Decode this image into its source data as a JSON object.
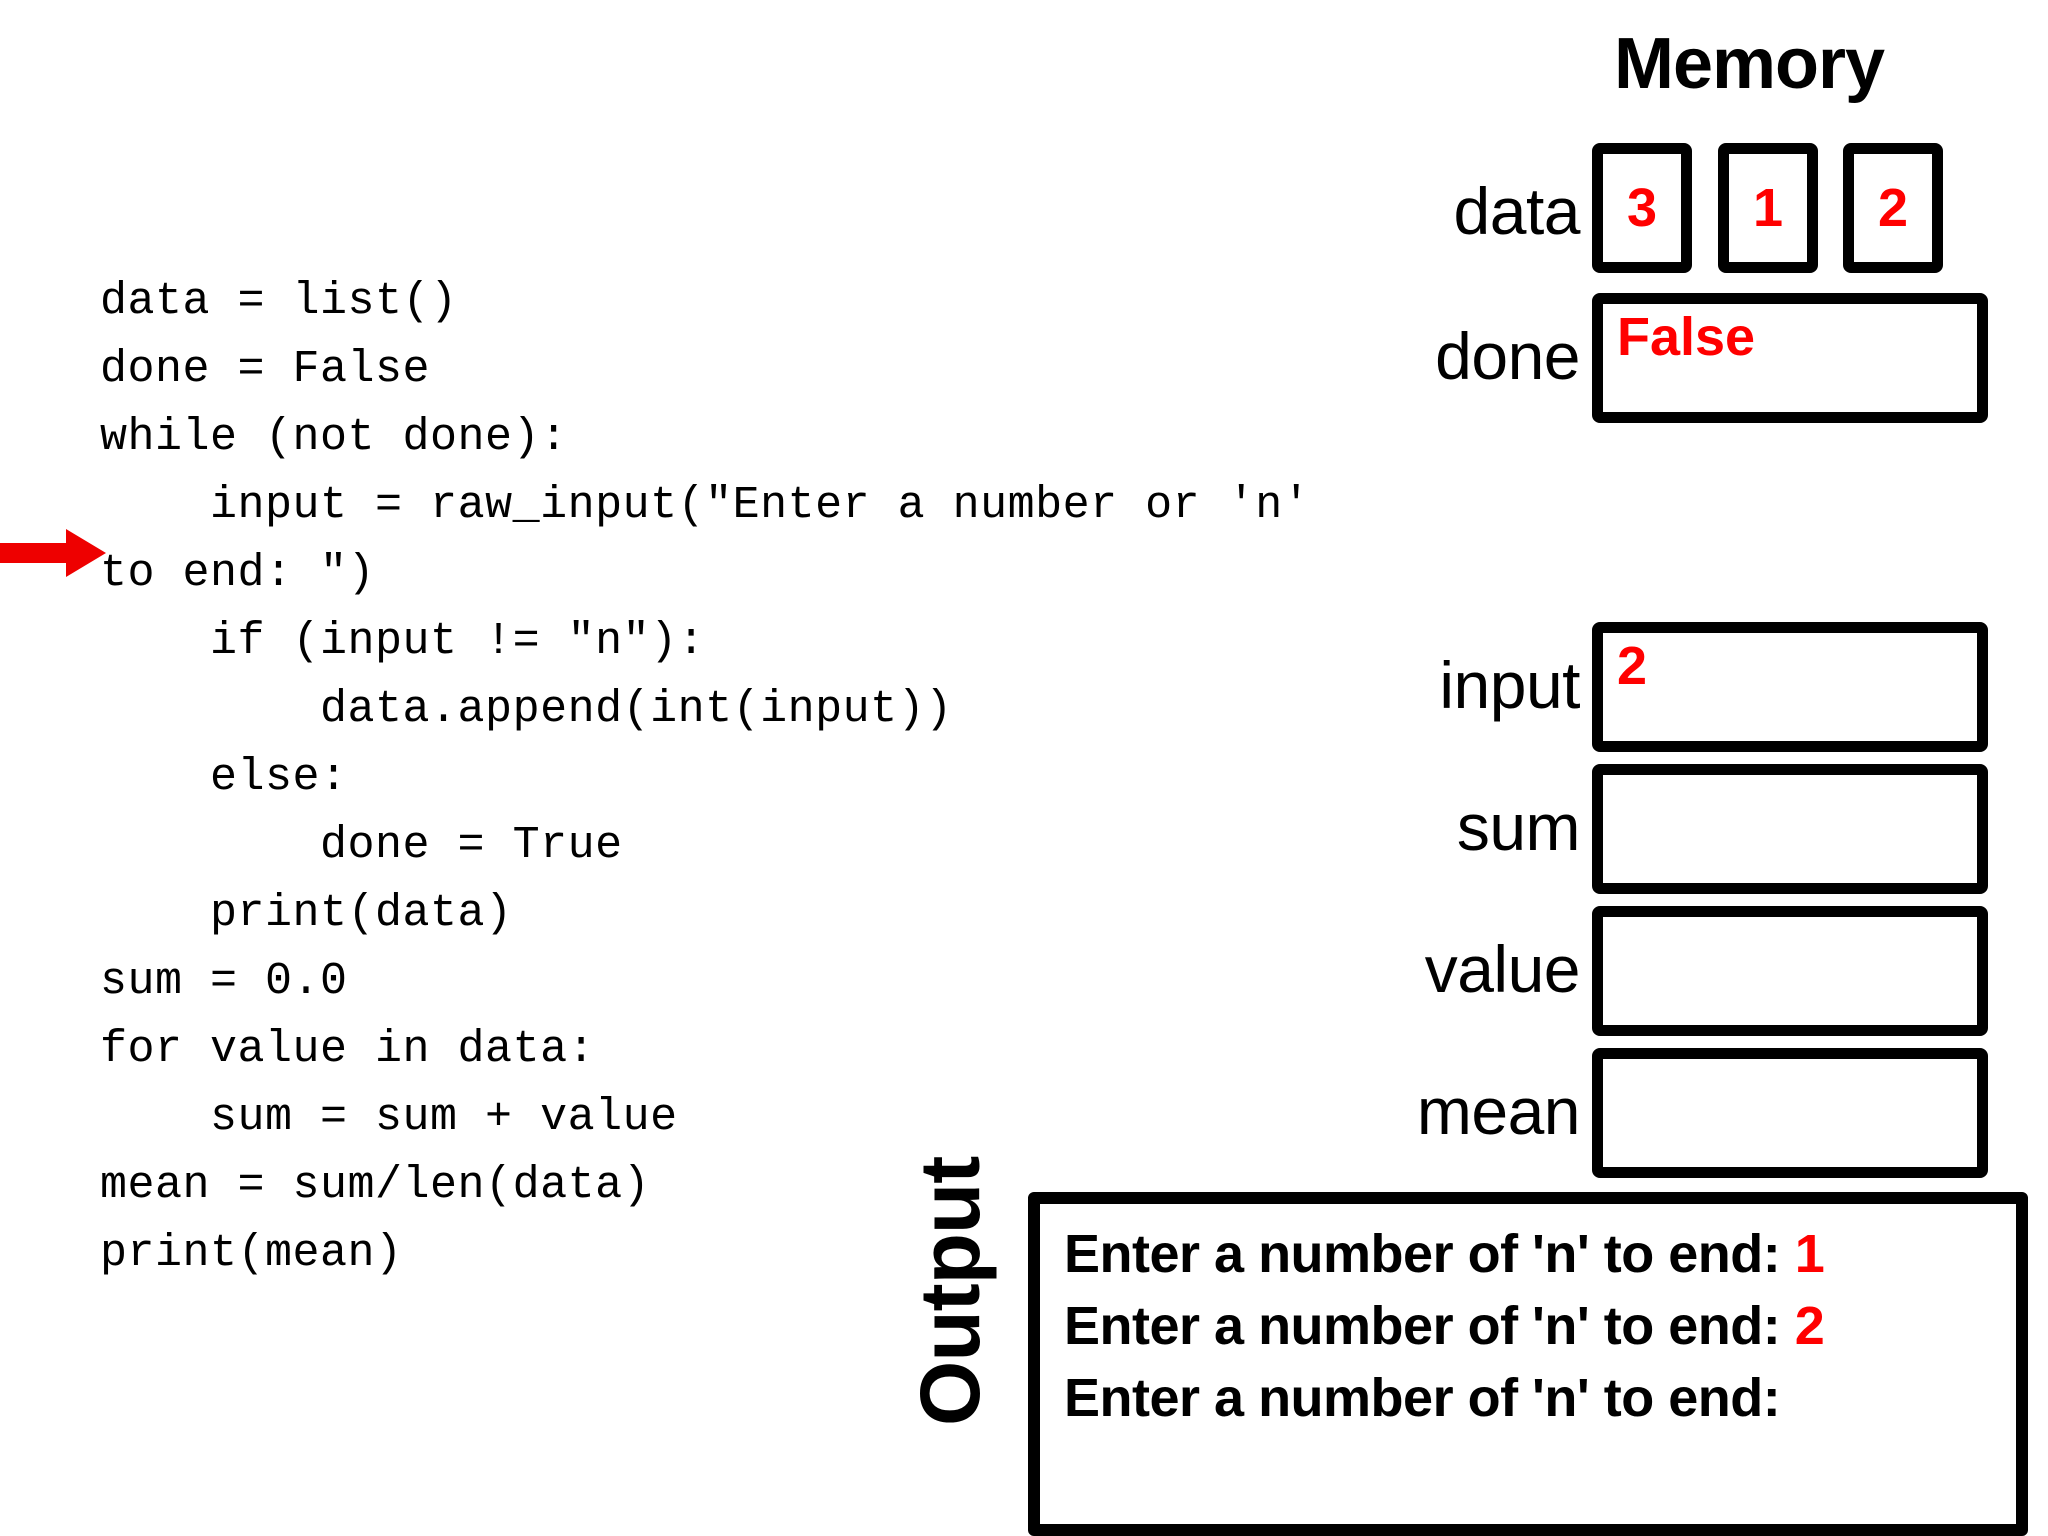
{
  "code": {
    "lines": [
      "data = list()",
      "done = False",
      "",
      "while (not done):",
      "    input = raw_input(\"Enter a number or 'n' to end: \")",
      "    if (input != \"n\"):",
      "        data.append(int(input))",
      "    else:",
      "        done = True",
      "    print(data)",
      "",
      "sum = 0.0",
      "for value in data:",
      "    sum = sum + value",
      "",
      "mean = sum/len(data)",
      "",
      "print(mean)"
    ]
  },
  "execution_pointer": {
    "icon": "red-right-arrow",
    "points_to_line": "    input = raw_input(\"Enter a number or 'n' to end: \")"
  },
  "memory": {
    "title": "Memory",
    "variables": [
      {
        "name": "data",
        "kind": "array",
        "cells": [
          "3",
          "1",
          "2"
        ]
      },
      {
        "name": "done",
        "kind": "scalar",
        "value": "False"
      },
      {
        "name": "input",
        "kind": "scalar",
        "value": "2"
      },
      {
        "name": "sum",
        "kind": "scalar",
        "value": ""
      },
      {
        "name": "value",
        "kind": "scalar",
        "value": ""
      },
      {
        "name": "mean",
        "kind": "scalar",
        "value": ""
      }
    ]
  },
  "output": {
    "label": "Output",
    "lines": [
      {
        "prompt": "Enter a number of 'n' to end: ",
        "entered": "1"
      },
      {
        "prompt": "Enter a number of 'n' to end: ",
        "entered": "2"
      },
      {
        "prompt": "Enter a number of 'n' to end:",
        "entered": ""
      }
    ]
  },
  "colors": {
    "value_red": "#FF0000",
    "ink_black": "#000000",
    "page_background": "#FFFFFF"
  }
}
